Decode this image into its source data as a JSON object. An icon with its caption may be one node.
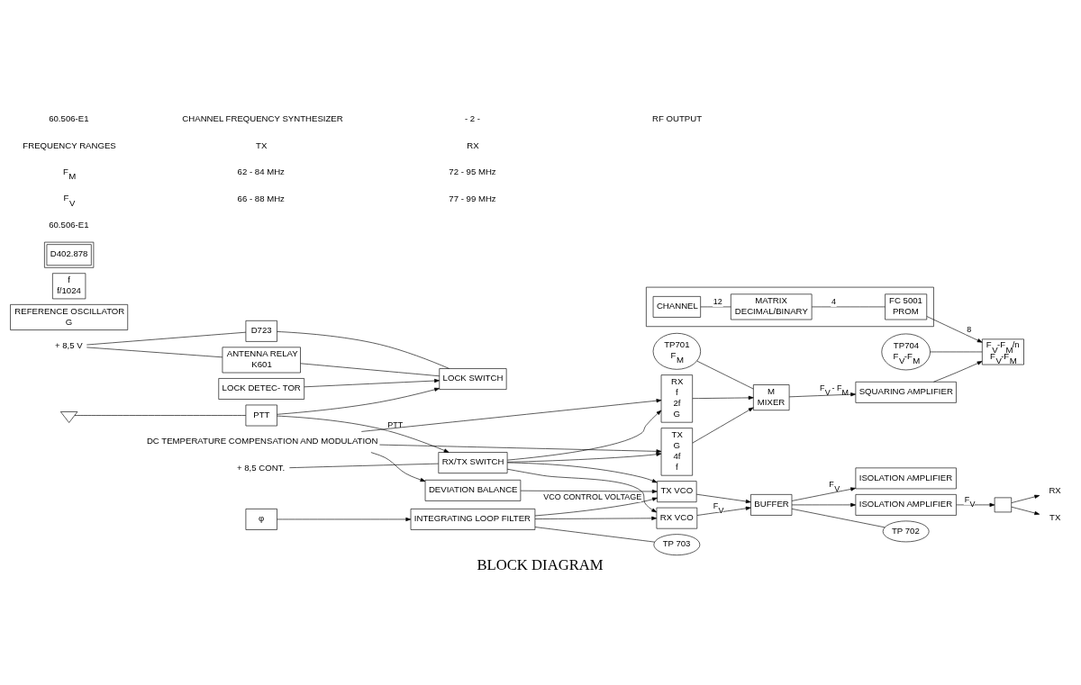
{
  "diagram": {
    "title": "BLOCK DIAGRAM",
    "nodes": [
      {
        "text": [
          "+ 8,5 V"
        ]
      },
      {
        "text": [
          "ANTENNA RELAY",
          "K601"
        ]
      },
      {
        "text": [
          "D723"
        ]
      },
      {
        "text": [
          "LOCK SWITCH"
        ]
      },
      {
        "text": [
          "PTT"
        ]
      },
      {
        "text": [],
        "shape": "ground"
      },
      {
        "text": [
          "TX",
          "G",
          "4f",
          "f"
        ]
      },
      {
        "text": [
          "RX",
          "f",
          "2f",
          "G"
        ]
      },
      {
        "text": [
          "RX/TX SWITCH"
        ]
      },
      {
        "text": [
          "+ 8,5 CONT."
        ]
      },
      {
        "text": [
          "DC TEMPERATURE COMPENSATION AND MODULATION"
        ]
      },
      {
        "text": [
          "TP701",
          "F$_{M}$"
        ]
      },
      {
        "text": [
          "LOCK DETEC- TOR"
        ]
      },
      {
        "text": [
          "REFERENCE OSCILLATOR",
          "G"
        ]
      },
      {
        "text": [
          "f",
          "f/1024"
        ]
      },
      {
        "text": [
          "φ"
        ]
      },
      {
        "text": [
          "F$_{V}$-F$_{M}$/n",
          "F$_{V}$-F$_{M}$"
        ]
      },
      {
        "text": [
          "INTEGRATING LOOP FILTER"
        ]
      },
      {
        "text": [
          "SQUARING AMPLIFIER"
        ]
      },
      {
        "text": [
          "TP704",
          "F$_{V}$-F$_{M}$"
        ]
      },
      {
        "text": [
          "M",
          "MIXER"
        ]
      },
      {
        "text": [
          "ISOLATION AMPLIFIER"
        ]
      },
      {
        "text": [
          "BUFFER"
        ]
      },
      {
        "text": [
          "ISOLATION AMPLIFIER"
        ]
      },
      {
        "text": [
          "TP 702"
        ]
      },
      {
        "text": [],
        "shape": "box"
      },
      {
        "text": [
          "RX"
        ]
      },
      {
        "text": [
          "TX"
        ]
      },
      {
        "text": [
          "RX VCO"
        ]
      },
      {
        "text": [
          "TX VCO"
        ]
      },
      {
        "text": [
          "DEVIATION BALANCE"
        ]
      },
      {
        "text": [
          "TP 703"
        ]
      },
      {
        "text": [],
        "shape": "box"
      },
      {
        "text": [
          "FC 5001",
          "PROM"
        ],
        "in": 32
      },
      {
        "text": [
          "MATRIX",
          "DECIMAL/BINARY"
        ],
        "in": 32
      },
      {
        "text": [
          "CHANNEL"
        ],
        "in": 32
      },
      {
        "text": [
          "D402.878"
        ]
      }
    ],
    "edges": [
      {
        "from": 0,
        "to": 1,
        "arrow": "none"
      },
      {
        "from": 0,
        "to": 2,
        "arrow": "none"
      },
      {
        "from": 1,
        "to": 3,
        "arrow": "none"
      },
      {
        "from": 2,
        "to": 3,
        "arrow": "none"
      },
      {
        "from": 4,
        "to": 3,
        "arrow": "to"
      },
      {
        "from": 4,
        "to": 8,
        "arrow": "to",
        "label": "PTT"
      },
      {
        "from": 5,
        "to": 4,
        "arrow": "none"
      },
      {
        "from": 6,
        "to": 20,
        "arrow": "to"
      },
      {
        "from": 7,
        "to": 20,
        "arrow": "to"
      },
      {
        "from": 8,
        "to": 6,
        "arrow": "to"
      },
      {
        "from": 8,
        "to": 29,
        "arrow": "to"
      },
      {
        "from": 8,
        "to": 7,
        "arrow": "to"
      },
      {
        "from": 8,
        "to": 28,
        "arrow": "to"
      },
      {
        "from": 9,
        "to": 8,
        "arrow": "none"
      },
      {
        "from": 10,
        "to": 6,
        "arrow": "to"
      },
      {
        "from": 10,
        "to": 7,
        "arrow": "to"
      },
      {
        "from": 10,
        "to": 30,
        "arrow": "to"
      },
      {
        "from": 11,
        "to": 20,
        "arrow": "none"
      },
      {
        "from": 12,
        "to": 3,
        "arrow": "to"
      },
      {
        "from": 15,
        "to": 17,
        "arrow": "to"
      },
      {
        "from": 17,
        "to": 29,
        "arrow": "to",
        "label": "VCO CONTROL VOLTAGE"
      },
      {
        "from": 17,
        "to": 28,
        "arrow": "to"
      },
      {
        "from": 17,
        "to": 31,
        "arrow": "none"
      },
      {
        "from": 18,
        "to": 16,
        "arrow": "to"
      },
      {
        "from": 19,
        "to": 16,
        "arrow": "none"
      },
      {
        "from": 20,
        "to": 18,
        "arrow": "to",
        "label": "F$_{V}$ - F$_{M}$"
      },
      {
        "from": 22,
        "to": 21,
        "arrow": "to",
        "label": "F$_{V}$"
      },
      {
        "from": 22,
        "to": 23,
        "arrow": "to"
      },
      {
        "from": 22,
        "to": 24,
        "arrow": "none"
      },
      {
        "from": 23,
        "to": 25,
        "arrow": "to",
        "label": "F$_{V}$"
      },
      {
        "from": 25,
        "to": 26,
        "arrow": "to"
      },
      {
        "from": 25,
        "to": 27,
        "arrow": "to"
      },
      {
        "from": 28,
        "to": 22,
        "arrow": "to",
        "label": "F$_{V}$"
      },
      {
        "from": 29,
        "to": 22,
        "arrow": "to"
      },
      {
        "from": 30,
        "to": 29,
        "arrow": "to"
      },
      {
        "from": 33,
        "to": 16,
        "arrow": "to",
        "label": "8"
      },
      {
        "from": 34,
        "to": 33,
        "arrow": "none",
        "label": "4"
      },
      {
        "from": 35,
        "to": 34,
        "arrow": "none",
        "label": "12"
      }
    ],
    "labels": [
      "60.506-E1",
      "CHANNEL FREQUENCY SYNTHESIZER",
      "- 2 -",
      "RF OUTPUT",
      "FREQUENCY RANGES",
      "TX",
      "RX",
      "F$_{M}$",
      "62 - 84 MHz",
      "72 - 95 MHz",
      "F$_{V}$",
      "66 - 88 MHz",
      "77 - 99 MHz",
      "60.506-E1"
    ]
  }
}
